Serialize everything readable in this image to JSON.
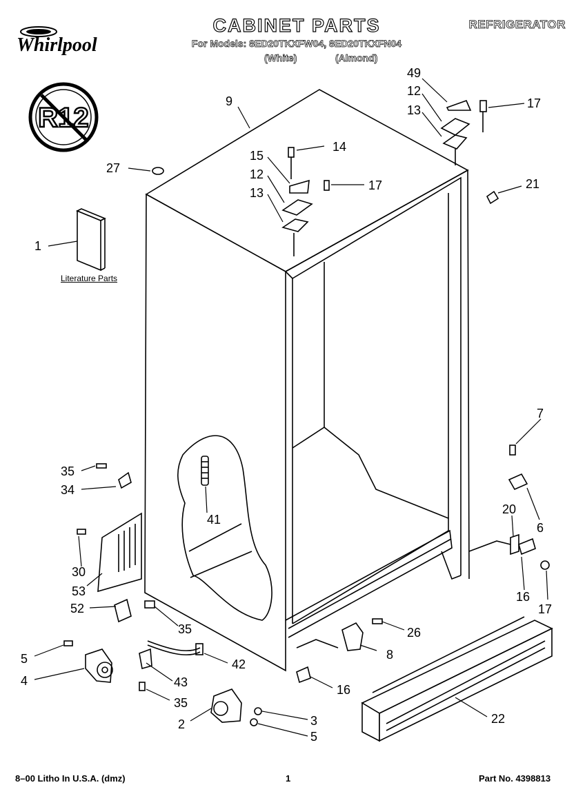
{
  "header": {
    "brand": "Whirlpool",
    "title": "CABINET PARTS",
    "category": "REFRIGERATOR",
    "models_line": "For Models: 8ED20TKXFW04, 8ED20TKXFN04",
    "variant_white": "(White)",
    "variant_almond": "(Almond)"
  },
  "badge": {
    "text": "R12",
    "meaning": "no-R12-symbol"
  },
  "literature_label": "Literature Parts",
  "callouts": [
    {
      "id": "c49",
      "label": "49"
    },
    {
      "id": "c12a",
      "label": "12"
    },
    {
      "id": "c13a",
      "label": "13"
    },
    {
      "id": "c17a",
      "label": "17"
    },
    {
      "id": "c9",
      "label": "9"
    },
    {
      "id": "c14",
      "label": "14"
    },
    {
      "id": "c15",
      "label": "15"
    },
    {
      "id": "c12b",
      "label": "12"
    },
    {
      "id": "c17b",
      "label": "17"
    },
    {
      "id": "c13b",
      "label": "13"
    },
    {
      "id": "c27",
      "label": "27"
    },
    {
      "id": "c21",
      "label": "21"
    },
    {
      "id": "c1",
      "label": "1"
    },
    {
      "id": "c7",
      "label": "7"
    },
    {
      "id": "c35a",
      "label": "35"
    },
    {
      "id": "c34",
      "label": "34"
    },
    {
      "id": "c41",
      "label": "41"
    },
    {
      "id": "c6",
      "label": "6"
    },
    {
      "id": "c20",
      "label": "20"
    },
    {
      "id": "c30",
      "label": "30"
    },
    {
      "id": "c53",
      "label": "53"
    },
    {
      "id": "c16a",
      "label": "16"
    },
    {
      "id": "c17c",
      "label": "17"
    },
    {
      "id": "c52",
      "label": "52"
    },
    {
      "id": "c35b",
      "label": "35"
    },
    {
      "id": "c26",
      "label": "26"
    },
    {
      "id": "c5a",
      "label": "5"
    },
    {
      "id": "c8",
      "label": "8"
    },
    {
      "id": "c4",
      "label": "4"
    },
    {
      "id": "c42",
      "label": "42"
    },
    {
      "id": "c43",
      "label": "43"
    },
    {
      "id": "c16b",
      "label": "16"
    },
    {
      "id": "c35c",
      "label": "35"
    },
    {
      "id": "c22",
      "label": "22"
    },
    {
      "id": "c2",
      "label": "2"
    },
    {
      "id": "c3",
      "label": "3"
    },
    {
      "id": "c5b",
      "label": "5"
    }
  ],
  "footer": {
    "print_info": "8–00 Litho In U.S.A. (dmz)",
    "page_number": "1",
    "part_number": "Part No. 4398813"
  }
}
